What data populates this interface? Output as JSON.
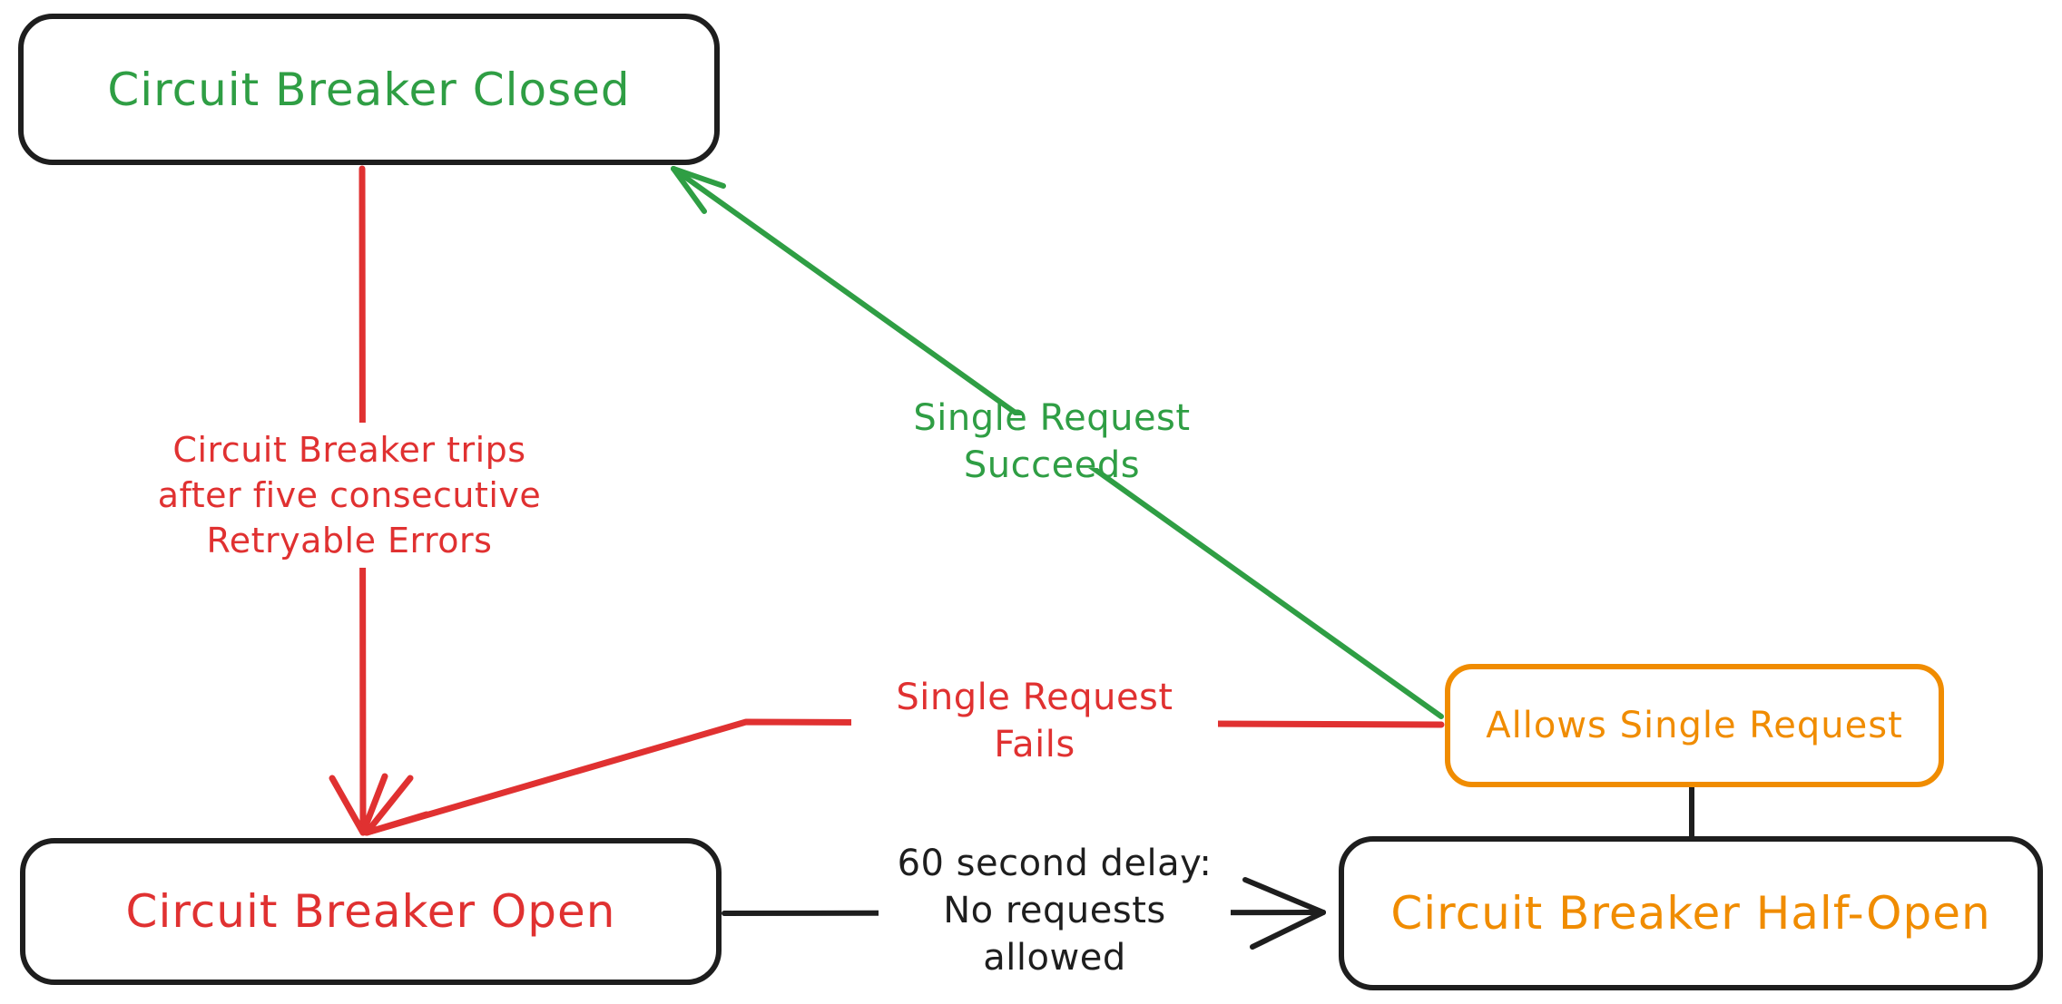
{
  "diagram": {
    "title": "Circuit Breaker state diagram",
    "colors": {
      "green": "#2f9e44",
      "red": "#e03131",
      "orange": "#f08c00",
      "black": "#1e1e1e",
      "background": "#ffffff"
    },
    "nodes": {
      "closed": {
        "label": "Circuit Breaker Closed",
        "text_color": "#2f9e44",
        "border_color": "#1e1e1e"
      },
      "open": {
        "label": "Circuit Breaker Open",
        "text_color": "#e03131",
        "border_color": "#1e1e1e"
      },
      "halfopen": {
        "label": "Circuit Breaker Half-Open",
        "text_color": "#f08c00",
        "border_color": "#1e1e1e"
      },
      "allows": {
        "label": "Allows Single Request",
        "text_color": "#f08c00",
        "border_color": "#f08c00"
      }
    },
    "edges": {
      "trip": {
        "from": "closed",
        "to": "open",
        "color": "#e03131",
        "label_lines": {
          "l1": "Circuit Breaker trips",
          "l2": "after five consecutive",
          "l3": "Retryable Errors"
        }
      },
      "succeed": {
        "from": "allows",
        "to": "closed",
        "color": "#2f9e44",
        "label": "Single Request Succeeds"
      },
      "fail": {
        "from": "allows",
        "to": "open",
        "color": "#e03131",
        "label": "Single Request Fails"
      },
      "delay": {
        "from": "open",
        "to": "halfopen",
        "color": "#1e1e1e",
        "label_lines": {
          "l1": "60 second delay:",
          "l2": "No requests allowed"
        }
      },
      "allows_connector": {
        "from": "allows",
        "to": "halfopen",
        "color": "#1e1e1e"
      }
    }
  }
}
